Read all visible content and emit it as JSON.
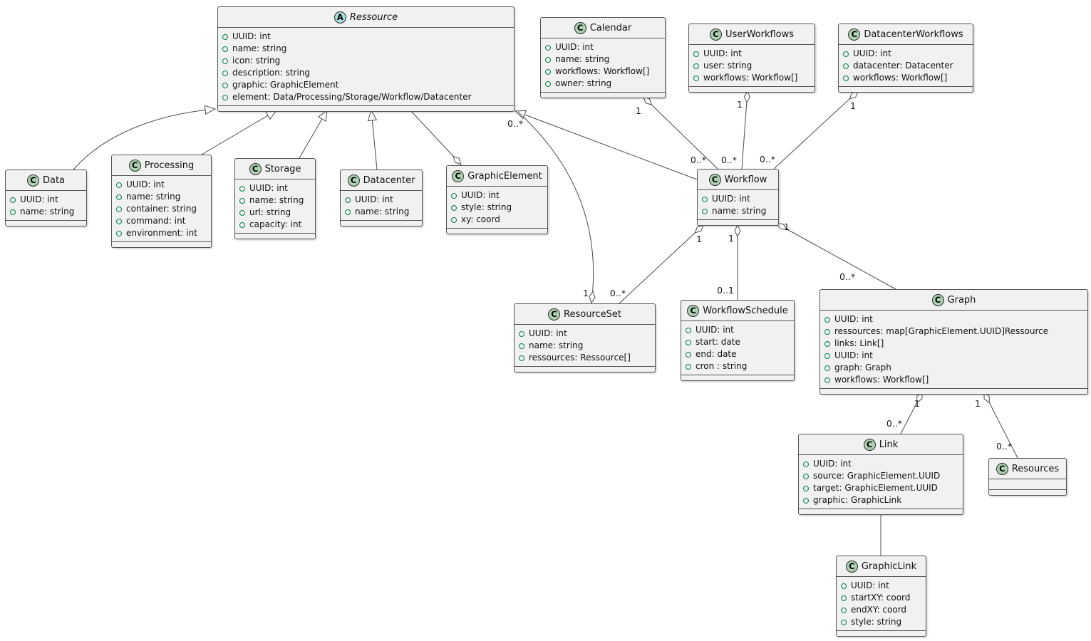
{
  "icons": {
    "class_letter": "C",
    "abstract_letter": "A"
  },
  "colors": {
    "box_background": "#F1F1F1",
    "box_border": "#555555",
    "edge_line": "#4B4B4B",
    "class_icon_background": "#ADD1B2",
    "abstract_icon_background": "#A9DCDF",
    "field_icon_outline": "#038048"
  },
  "diagram": {
    "classes": [
      {
        "id": "ressource",
        "stereotype": "abstract",
        "name": "Ressource",
        "attributes": [
          "UUID: int",
          "name: string",
          "icon: string",
          "description: string",
          "graphic: GraphicElement",
          "element: Data/Processing/Storage/Workflow/Datacenter"
        ]
      },
      {
        "id": "calendar",
        "stereotype": "class",
        "name": "Calendar",
        "attributes": [
          "UUID: int",
          "name: string",
          "workflows: Workflow[]",
          "owner: string"
        ]
      },
      {
        "id": "userworkflows",
        "stereotype": "class",
        "name": "UserWorkflows",
        "attributes": [
          "UUID: int",
          "user: string",
          "workflows: Workflow[]"
        ]
      },
      {
        "id": "datacenterworkflows",
        "stereotype": "class",
        "name": "DatacenterWorkflows",
        "attributes": [
          "UUID: int",
          "datacenter: Datacenter",
          "workflows: Workflow[]"
        ]
      },
      {
        "id": "data",
        "stereotype": "class",
        "name": "Data",
        "attributes": [
          "UUID: int",
          "name: string"
        ]
      },
      {
        "id": "processing",
        "stereotype": "class",
        "name": "Processing",
        "attributes": [
          "UUID: int",
          "name: string",
          "container: string",
          "command: int",
          "environment: int"
        ]
      },
      {
        "id": "storage",
        "stereotype": "class",
        "name": "Storage",
        "attributes": [
          "UUID: int",
          "name: string",
          "url: string",
          "capacity: int"
        ]
      },
      {
        "id": "datacenter",
        "stereotype": "class",
        "name": "Datacenter",
        "attributes": [
          "UUID: int",
          "name: string"
        ]
      },
      {
        "id": "graphicelement",
        "stereotype": "class",
        "name": "GraphicElement",
        "attributes": [
          "UUID: int",
          "style: string",
          "xy: coord"
        ]
      },
      {
        "id": "workflow",
        "stereotype": "class",
        "name": "Workflow",
        "attributes": [
          "UUID: int",
          "name: string"
        ]
      },
      {
        "id": "resourceset",
        "stereotype": "class",
        "name": "ResourceSet",
        "attributes": [
          "UUID: int",
          "name: string",
          "ressources: Ressource[]"
        ]
      },
      {
        "id": "workflowschedule",
        "stereotype": "class",
        "name": "WorkflowSchedule",
        "attributes": [
          "UUID: int",
          "start: date",
          "end: date",
          "cron : string"
        ]
      },
      {
        "id": "graph",
        "stereotype": "class",
        "name": "Graph",
        "attributes": [
          "UUID: int",
          "ressources: map[GraphicElement.UUID]Ressource",
          "links: Link[]",
          "UUID: int",
          "graph: Graph",
          "workflows: Workflow[]"
        ]
      },
      {
        "id": "link",
        "stereotype": "class",
        "name": "Link",
        "attributes": [
          "UUID: int",
          "source: GraphicElement.UUID",
          "target: GraphicElement.UUID",
          "graphic: GraphicLink"
        ]
      },
      {
        "id": "resources",
        "stereotype": "class",
        "name": "Resources",
        "attributes": []
      },
      {
        "id": "graphiclink",
        "stereotype": "class",
        "name": "GraphicLink",
        "attributes": [
          "UUID: int",
          "startXY: coord",
          "endXY: coord",
          "style: string"
        ]
      }
    ],
    "edges": [
      {
        "id": "data-extends-ressource",
        "type": "generalization",
        "from": "Data",
        "to": "Ressource"
      },
      {
        "id": "processing-extends-ressource",
        "type": "generalization",
        "from": "Processing",
        "to": "Ressource"
      },
      {
        "id": "storage-extends-ressource",
        "type": "generalization",
        "from": "Storage",
        "to": "Ressource"
      },
      {
        "id": "datacenter-extends-ressource",
        "type": "generalization",
        "from": "Datacenter",
        "to": "Ressource"
      },
      {
        "id": "workflow-extends-ressource",
        "type": "generalization",
        "from": "Workflow",
        "to": "Ressource"
      },
      {
        "id": "graphicelement-aggregates-ressource",
        "type": "aggregation",
        "from": "GraphicElement",
        "to": "Ressource"
      },
      {
        "id": "calendar-aggregates-workflow",
        "type": "aggregation",
        "from": "Calendar",
        "to": "Workflow",
        "from_label": "1",
        "to_label": "0..*"
      },
      {
        "id": "userworkflows-aggregates-workflow",
        "type": "aggregation",
        "from": "UserWorkflows",
        "to": "Workflow",
        "from_label": "1",
        "to_label": "0..*"
      },
      {
        "id": "datacenterworkflows-aggregates-workflow",
        "type": "aggregation",
        "from": "DatacenterWorkflows",
        "to": "Workflow",
        "from_label": "1",
        "to_label": "0..*"
      },
      {
        "id": "resourceset-aggregates-ressource",
        "type": "aggregation",
        "from": "ResourceSet",
        "to": "Ressource",
        "from_label": "1",
        "to_label": "0..*"
      },
      {
        "id": "workflow-aggregates-resourceset",
        "type": "aggregation",
        "from": "Workflow",
        "to": "ResourceSet",
        "from_label": "1",
        "to_label": "0..*"
      },
      {
        "id": "workflow-aggregates-workflowschedule",
        "type": "aggregation",
        "from": "Workflow",
        "to": "WorkflowSchedule",
        "from_label": "1",
        "to_label": "0..1"
      },
      {
        "id": "workflow-aggregates-graph",
        "type": "aggregation",
        "from": "Workflow",
        "to": "Graph",
        "from_label": "1",
        "to_label": "0..*"
      },
      {
        "id": "graph-aggregates-link",
        "type": "aggregation",
        "from": "Graph",
        "to": "Link",
        "from_label": "1",
        "to_label": "0..*"
      },
      {
        "id": "graph-aggregates-resources",
        "type": "aggregation",
        "from": "Graph",
        "to": "Resources",
        "from_label": "1",
        "to_label": "0..*"
      },
      {
        "id": "link-association-graphiclink",
        "type": "association",
        "from": "Link",
        "to": "GraphicLink"
      }
    ]
  }
}
